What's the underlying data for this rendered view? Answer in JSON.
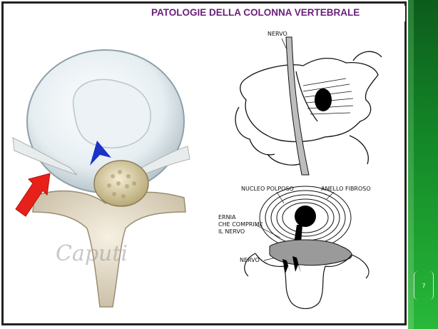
{
  "slide": {
    "title": "PATOLOGIE DELLA COLONNA VERTEBRALE",
    "page_number": "7",
    "watermark": "Caputi",
    "colors": {
      "title": "#6b1e7a",
      "sidebar_top": "#0c5c1c",
      "sidebar_bottom": "#28b83a",
      "arrow_red": "#e8201a",
      "arrow_blue": "#1a32c8"
    }
  },
  "figure_top": {
    "nerve_label": "NERVO"
  },
  "figure_bottom": {
    "nucleus_label": "NUCLEO POLPOSO",
    "annulus_label": "ANELLO FIBROSO",
    "hernia_label_1": "ERNIA",
    "hernia_label_2": "CHE COMPRIME",
    "hernia_label_3": "IL NERVO",
    "nerve_label": "NERVO"
  }
}
